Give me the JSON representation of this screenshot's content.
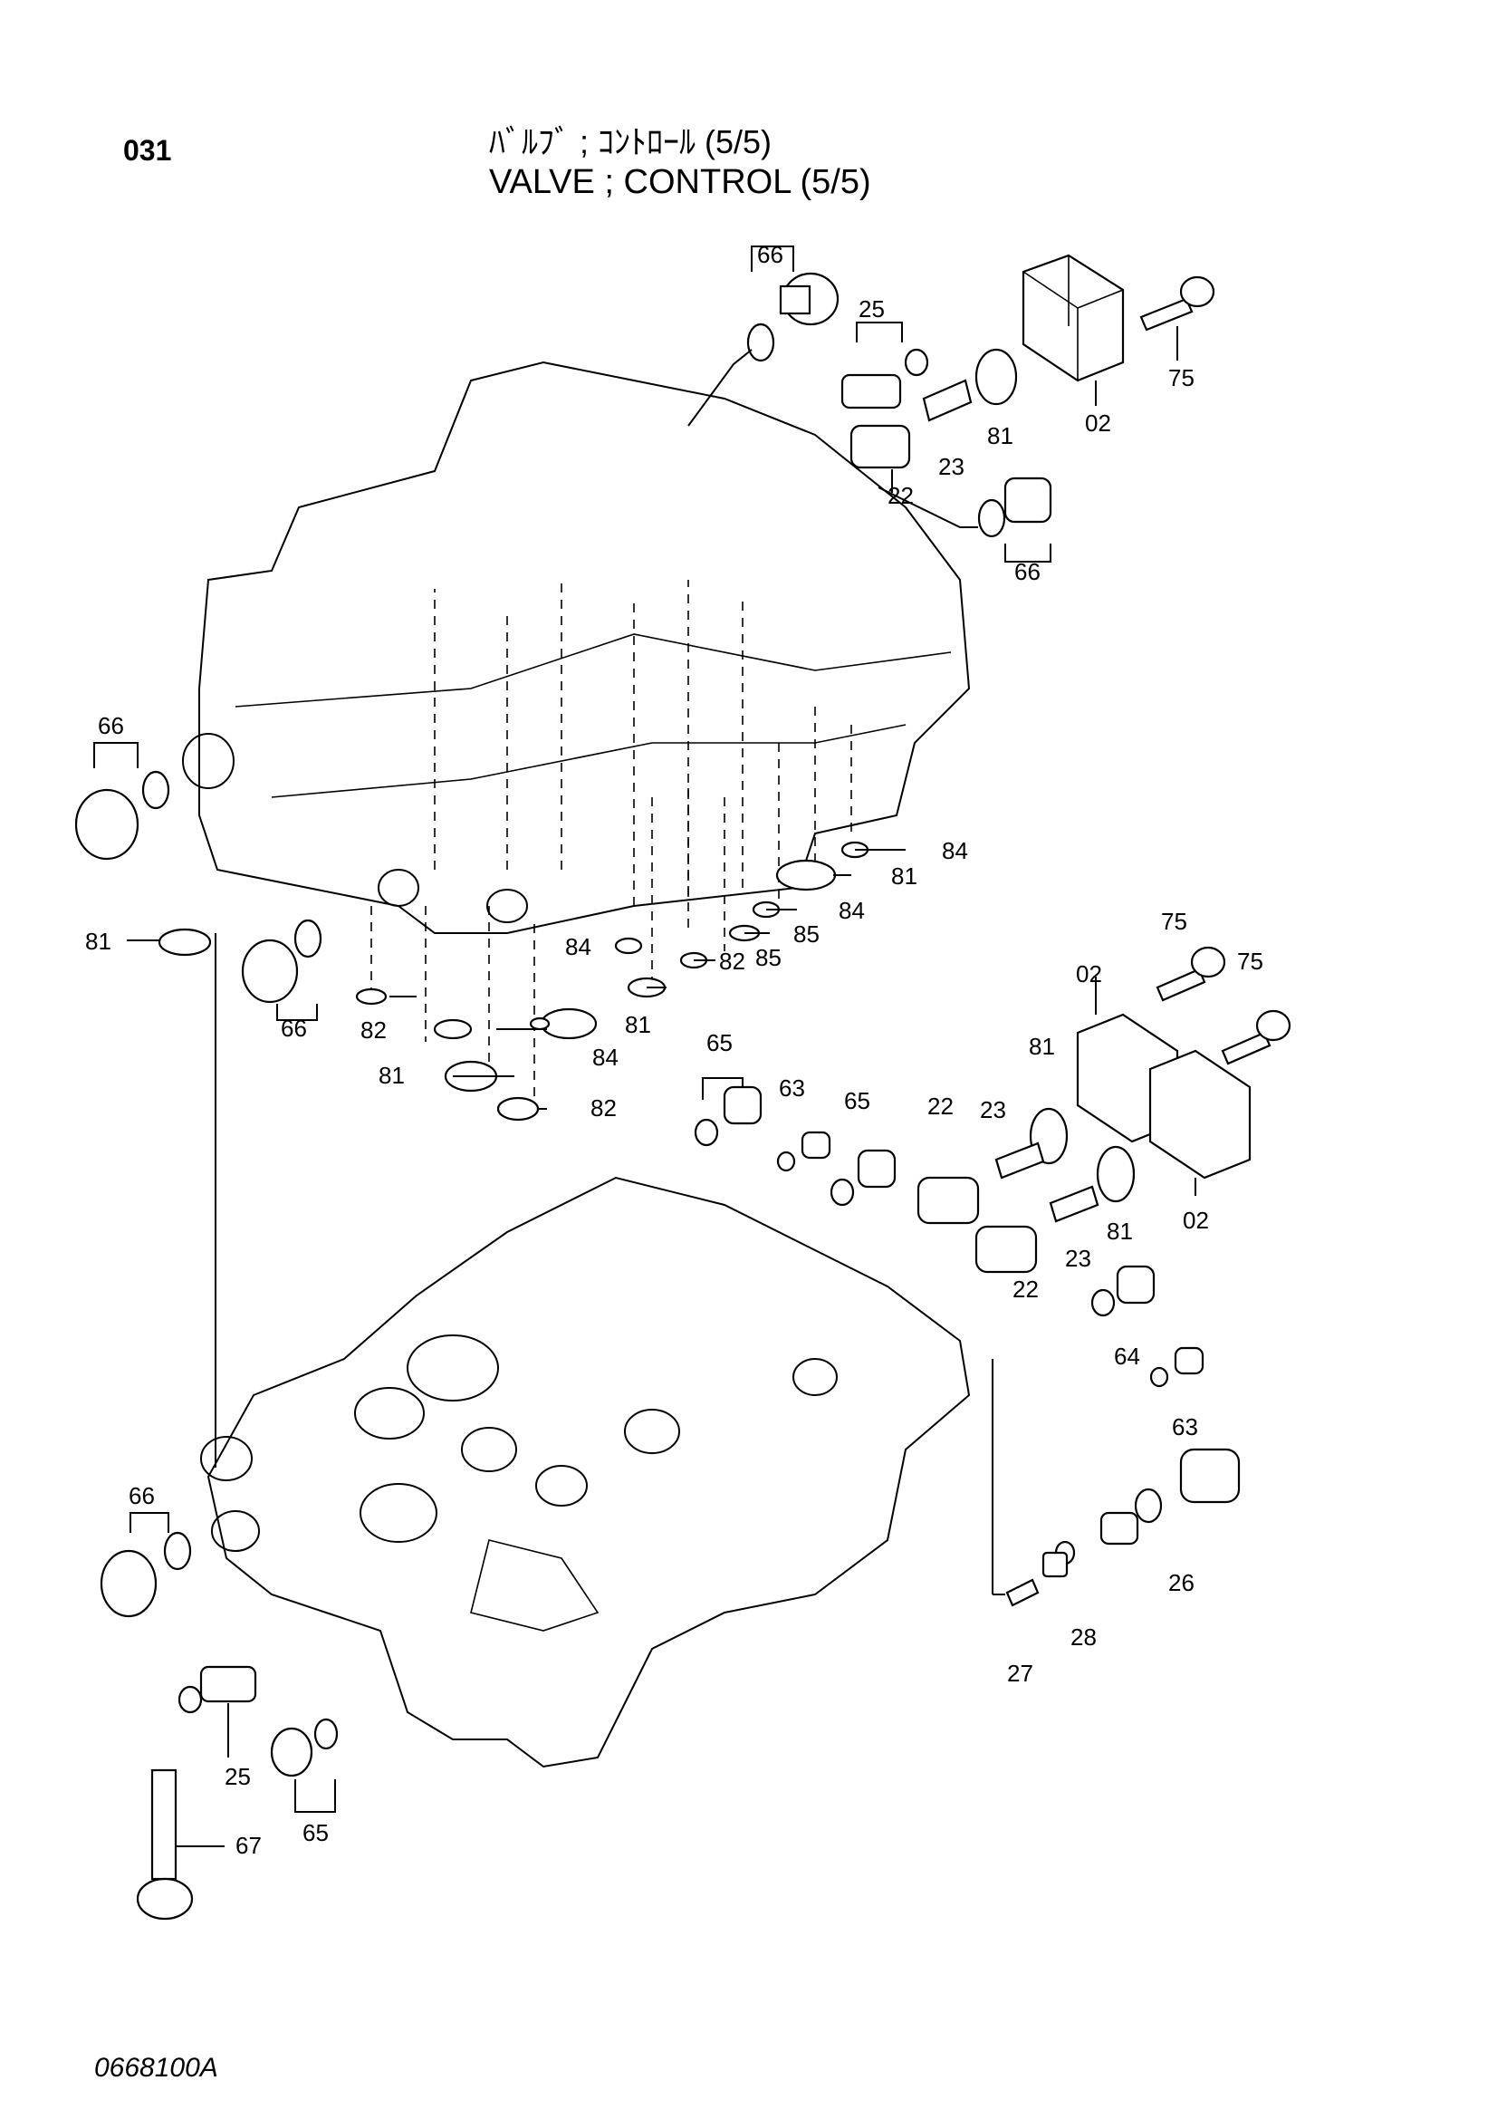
{
  "header": {
    "page_number": "031",
    "title_jp": "ﾊﾞﾙﾌﾞ ; ｺﾝﾄﾛｰﾙ (5/5)",
    "title_en": "VALVE ; CONTROL (5/5)"
  },
  "footer": {
    "drawing_code": "0668100A"
  },
  "callouts": [
    "66",
    "25",
    "75",
    "02",
    "81",
    "23",
    "22",
    "66",
    "66",
    "84",
    "81",
    "84",
    "85",
    "81",
    "84",
    "82",
    "85",
    "66",
    "82",
    "81",
    "84",
    "81",
    "82",
    "75",
    "75",
    "02",
    "65",
    "63",
    "65",
    "22",
    "23",
    "81",
    "81",
    "23",
    "22",
    "02",
    "64",
    "63",
    "66",
    "26",
    "28",
    "27",
    "25",
    "65",
    "67"
  ]
}
